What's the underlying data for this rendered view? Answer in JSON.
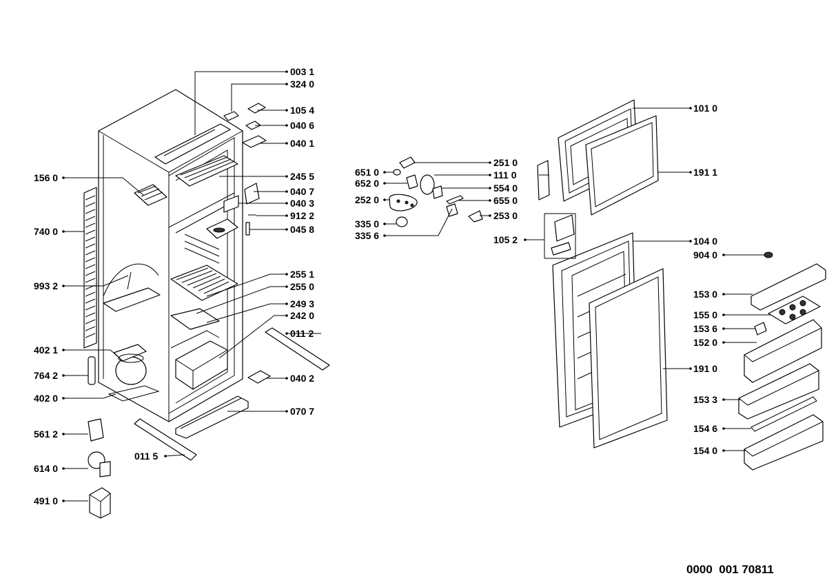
{
  "labels": {
    "l0031": "003 1",
    "l3240": "324 0",
    "l1054": "105 4",
    "l0406": "040 6",
    "l0401": "040 1",
    "l1560": "156 0",
    "l2455": "245 5",
    "l0407": "040 7",
    "l0403": "040 3",
    "l9122": "912 2",
    "l0458": "045 8",
    "l7400": "740 0",
    "l9932": "993 2",
    "l2551": "255 1",
    "l2550": "255 0",
    "l2493": "249 3",
    "l2420": "242 0",
    "l0112": "011 2",
    "l4021": "402 1",
    "l7642": "764 2",
    "l0402": "040 2",
    "l4020": "402 0",
    "l0707": "070 7",
    "l5612": "561 2",
    "l0115": "011 5",
    "l6140": "614 0",
    "l4910": "491 0",
    "l6510": "651 0",
    "l6520": "652 0",
    "l2520": "252 0",
    "l3350": "335 0",
    "l3356": "335 6",
    "l2510": "251 0",
    "l1110": "111 0",
    "l5540": "554 0",
    "l6550": "655 0",
    "l2530": "253 0",
    "l1010": "101 0",
    "l1911": "191 1",
    "l1052": "105 2",
    "l1040": "104 0",
    "l9040": "904 0",
    "l1530": "153 0",
    "l1550": "155 0",
    "l1536": "153 6",
    "l1520": "152 0",
    "l1910": "191 0",
    "l1533": "153 3",
    "l1546": "154 6",
    "l1540": "154 0"
  },
  "document_number": "0000  001 70811"
}
